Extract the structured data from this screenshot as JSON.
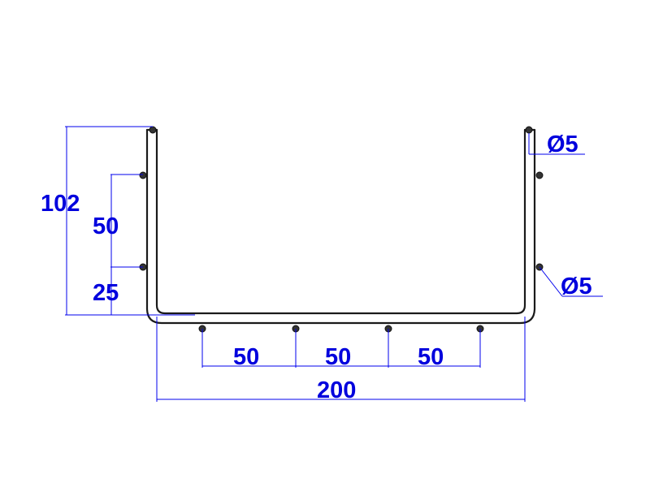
{
  "colors": {
    "dimension": "#0000dd",
    "wire": "#1a1a1a",
    "background": "#ffffff"
  },
  "labels": {
    "total_width": "200",
    "total_height": "102",
    "side_spacing": "50",
    "side_offset": "25",
    "bottom_spacing_1": "50",
    "bottom_spacing_2": "50",
    "bottom_spacing_3": "50",
    "diameter_top": "Ø5",
    "diameter_side": "Ø5"
  }
}
